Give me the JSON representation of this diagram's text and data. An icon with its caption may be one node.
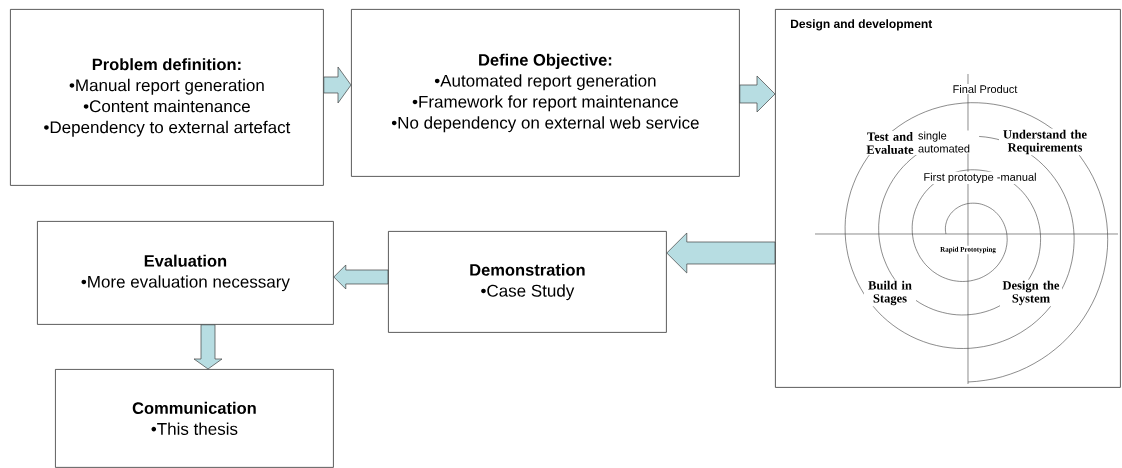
{
  "diagram": {
    "nodes": [
      {
        "text": [
          "Problem definition:",
          "•Manual report generation",
          "•Content maintenance",
          "•Dependency to external artefact"
        ]
      },
      {
        "text": [
          "Define Objective:",
          "•Automated report generation",
          "•Framework for report maintenance",
          "•No dependency on external web service"
        ]
      },
      {
        "text": [
          "Design and development"
        ]
      },
      {
        "text": [
          "Demonstration",
          "•Case Study"
        ]
      },
      {
        "text": [
          "Evaluation",
          "•More evaluation necessary"
        ]
      },
      {
        "text": [
          "Communication",
          "•This thesis"
        ]
      }
    ],
    "edges": [
      {
        "from": 0,
        "to": 1,
        "arrow": "to"
      },
      {
        "from": 1,
        "to": 2,
        "arrow": "to"
      },
      {
        "from": 2,
        "to": 3,
        "arrow": "to"
      },
      {
        "from": 3,
        "to": 4,
        "arrow": "to"
      },
      {
        "from": 4,
        "to": 5,
        "arrow": "to"
      }
    ],
    "labels": [
      "Final Product",
      "Test and Evaluate",
      "single automated",
      "Understand the Requirements",
      "First prototype -manual",
      "Rapid Prototyping",
      "Build in Stages",
      "Design the System"
    ]
  }
}
